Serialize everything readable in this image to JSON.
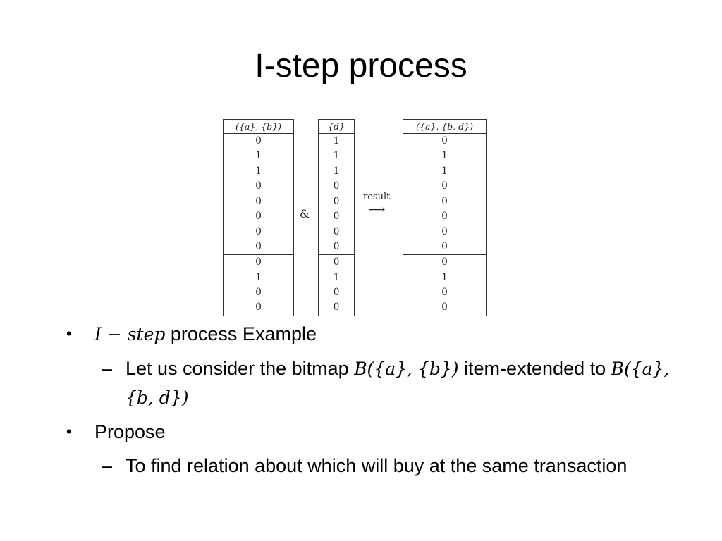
{
  "slide": {
    "title": "I-step process"
  },
  "figure": {
    "bitmap_left": {
      "header": "({a}, {b})",
      "groups": [
        [
          "0",
          "1",
          "1",
          "0"
        ],
        [
          "0",
          "0",
          "0",
          "0"
        ],
        [
          "0",
          "1",
          "0",
          "0"
        ]
      ]
    },
    "operator": "&",
    "bitmap_middle": {
      "header": "{d}",
      "groups": [
        [
          "1",
          "1",
          "1",
          "0"
        ],
        [
          "0",
          "0",
          "0",
          "0"
        ],
        [
          "0",
          "1",
          "0",
          "0"
        ]
      ]
    },
    "arrow_label": "result",
    "arrow": "⟶",
    "bitmap_right": {
      "header": "({a}, {b, d})",
      "groups": [
        [
          "0",
          "1",
          "1",
          "0"
        ],
        [
          "0",
          "0",
          "0",
          "0"
        ],
        [
          "0",
          "1",
          "0",
          "0"
        ]
      ]
    }
  },
  "bullets": [
    {
      "marker": "•",
      "math": "I − step",
      "text": " process Example",
      "sub": [
        {
          "marker": "–",
          "text_1": "Let us consider the bitmap ",
          "math_1": "B({a}, {b})",
          "text_2": " item-extended to ",
          "math_2": "B({a}, {b, d})"
        }
      ]
    },
    {
      "marker": "•",
      "text": "Propose",
      "sub": [
        {
          "marker": "–",
          "text_1": "To find relation about  which will buy at the same transaction"
        }
      ]
    }
  ]
}
